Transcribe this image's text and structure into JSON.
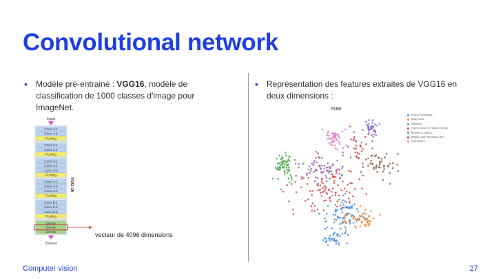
{
  "slide": {
    "title": "Convolutional network",
    "left_bullet": {
      "text_before": "Modèle pré-entrainé : ",
      "bold": "VGG16",
      "text_after": ", modèle de classification de 1000 classes d'image pour ImageNet."
    },
    "right_bullet": {
      "text": "Représentation des features extraites de VGG16 en deux dimensions :"
    },
    "footer_left": "Computer vision",
    "page_number": "27",
    "annotation": "vecteur de 4096 dimensions"
  },
  "vgg": {
    "input_label": "Input",
    "output_label": "Output",
    "side_label": "VGG-16",
    "layers": [
      "Conv 1-1",
      "Conv 1-2",
      "Pooling",
      "Conv 2-1",
      "Conv 2-2",
      "Pooling",
      "Conv 3-1",
      "Conv 3-2",
      "Conv 3-3",
      "Pooling",
      "Conv 4-1",
      "Conv 4-2",
      "Conv 4-3",
      "Pooling",
      "Conv 5-1",
      "Conv 5-2",
      "Conv 5-3",
      "Pooling",
      "Dense",
      "Dense",
      "Dense"
    ],
    "colors": {
      "conv": "#bcd2ee",
      "pool": "#f4ec6a",
      "dense": "#a8d28c",
      "arrow": "#e04fcf"
    }
  },
  "tsne": {
    "title": "TSNE",
    "legend": [
      {
        "label": "Home Furnishing",
        "color": "#4a8fd6"
      },
      {
        "label": "Baby Care",
        "color": "#f08a3c"
      },
      {
        "label": "Watches",
        "color": "#4daa4d"
      },
      {
        "label": "Home Decor & Festive Needs",
        "color": "#d14b4b"
      },
      {
        "label": "Kitchen & Dining",
        "color": "#8a6bc9"
      },
      {
        "label": "Beauty and Personal Care",
        "color": "#8b5a3c"
      },
      {
        "label": "Computers",
        "color": "#e07ac6"
      }
    ]
  }
}
